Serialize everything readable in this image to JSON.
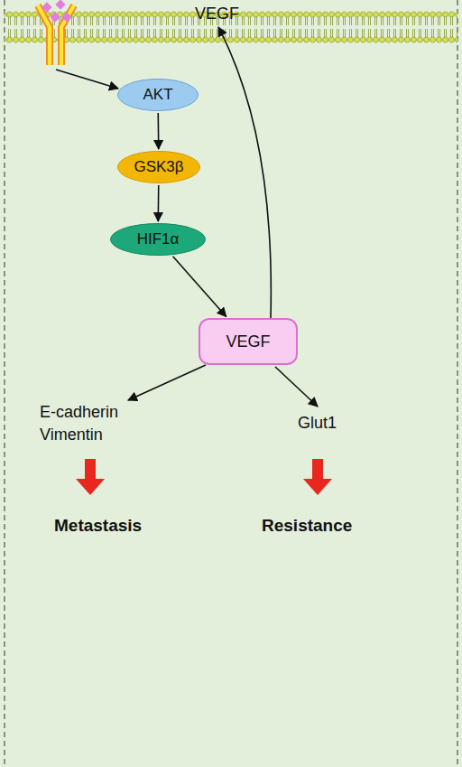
{
  "diagram": {
    "nodes": [
      {
        "text": [
          "AKT"
        ]
      },
      {
        "text": [
          "GSK3β"
        ]
      },
      {
        "text": [
          "HIF1α"
        ]
      },
      {
        "text": [
          "VEGF"
        ]
      }
    ],
    "edges": [
      {
        "from": 0,
        "to": 1,
        "arrow": "to"
      },
      {
        "from": 1,
        "to": 2,
        "arrow": "to"
      },
      {
        "from": 2,
        "to": 3,
        "arrow": "to"
      }
    ],
    "labels": [
      "VEGF",
      "E-cadherin",
      "Vimentin",
      "Glut1",
      "Metastasis",
      "Resistance"
    ]
  }
}
